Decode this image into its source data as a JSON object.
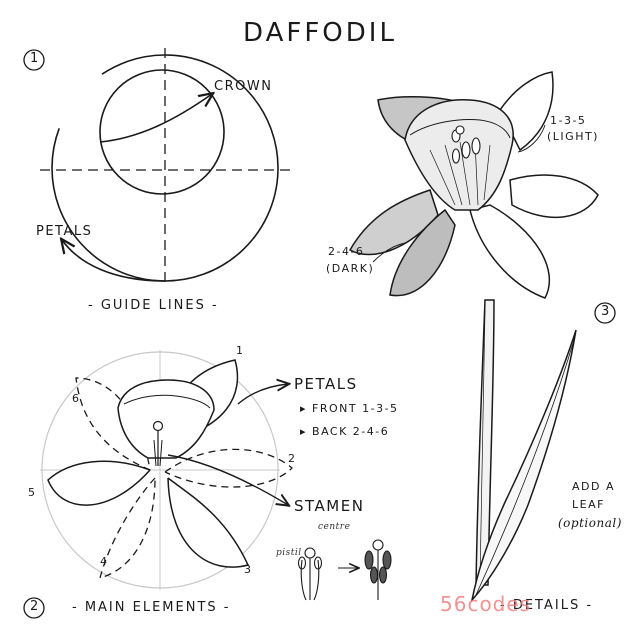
{
  "title": "DAFFODIL",
  "steps": {
    "one": "1",
    "two": "2",
    "three": "3"
  },
  "guide": {
    "crown_label": "CROWN",
    "petals_label": "PETALS",
    "section_label": "- GUIDE LINES -"
  },
  "elements": {
    "petals_label": "PETALS",
    "front_label": "FRONT 1-3-5",
    "back_label": "BACK 2-4-6",
    "stamen_label": "STAMEN",
    "pistil_label": "pistil",
    "centre_label": "centre",
    "petal_numbers": [
      "1",
      "2",
      "3",
      "4",
      "5",
      "6"
    ],
    "section_label": "- MAIN ELEMENTS -"
  },
  "details": {
    "light_numbers": "1-3-5",
    "light_label": "(LIGHT)",
    "dark_numbers": "2-4-6",
    "dark_label": "(DARK)",
    "leaf_line1": "ADD A",
    "leaf_line2": "LEAF",
    "leaf_line3": "(optional)",
    "section_label": "- DETAILS -"
  },
  "watermark": "56codes"
}
